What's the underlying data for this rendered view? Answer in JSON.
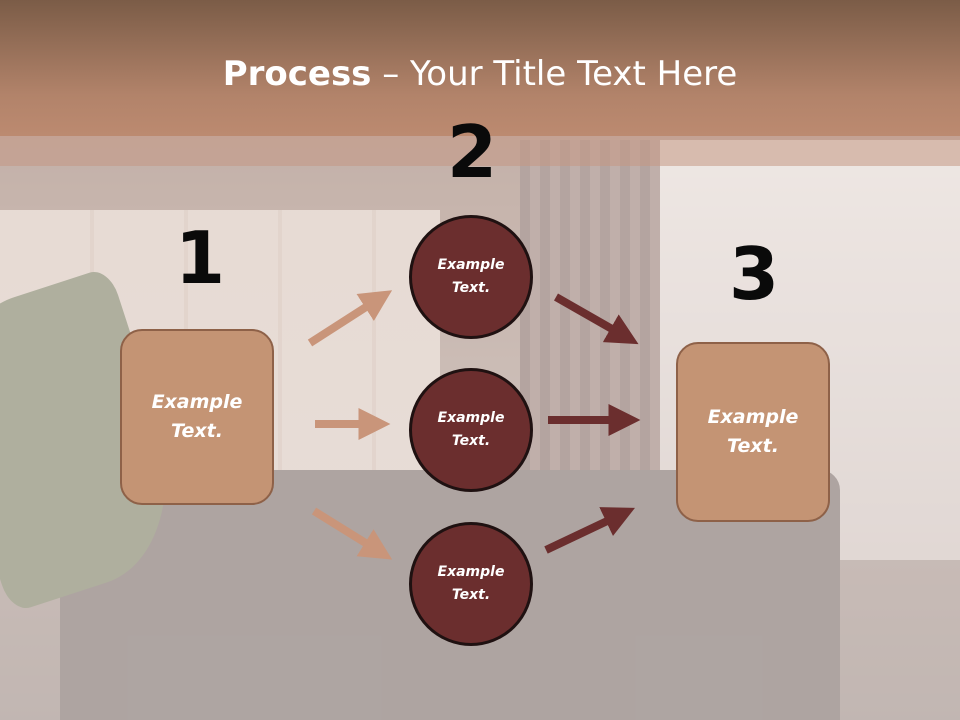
{
  "title": {
    "bold": "Process",
    "rest": " – Your Title Text Here"
  },
  "steps": {
    "one": "1",
    "two": "2",
    "three": "3"
  },
  "left_box": {
    "text": "Example Text."
  },
  "right_box": {
    "text": "Example Text."
  },
  "circles": [
    {
      "text": "Example Text."
    },
    {
      "text": "Example Text."
    },
    {
      "text": "Example Text."
    }
  ],
  "colors": {
    "header": "#b2836a",
    "box_fill": "#c49474",
    "circle_fill": "#6b2e2e",
    "arrow_light": "#c9957a",
    "arrow_dark": "#6b2e2e"
  }
}
